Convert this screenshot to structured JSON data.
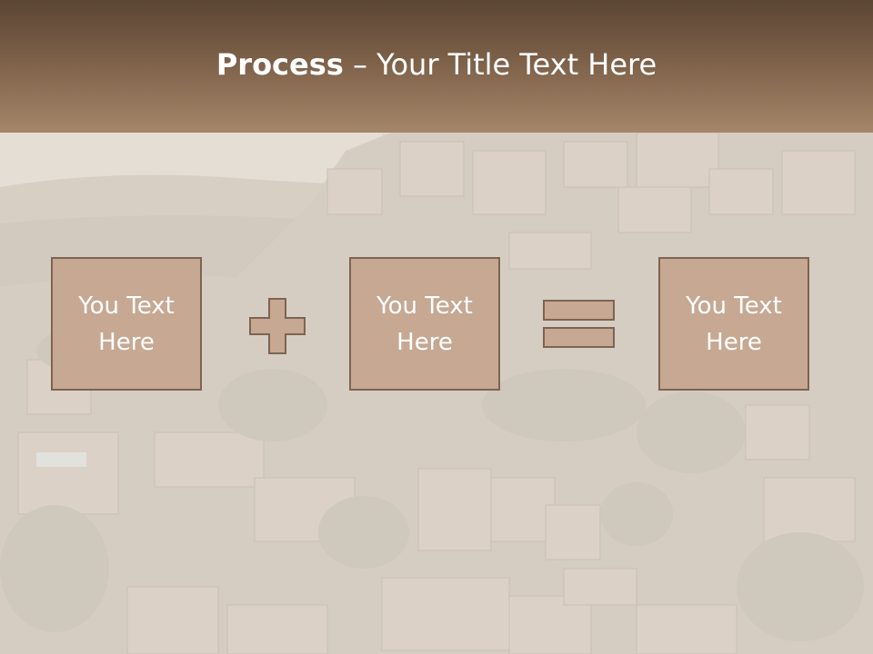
{
  "slide": {
    "title_bold": "Process",
    "title_rest": " – Your Title Text Here"
  },
  "boxes": [
    {
      "text": "You Text Here"
    },
    {
      "text": "You Text Here"
    },
    {
      "text": "You Text Here"
    }
  ],
  "operators": [
    "plus-icon",
    "equals-icon"
  ],
  "colors": {
    "header_top": "#5b4534",
    "header_bottom": "#a5866a",
    "box_fill": "#c6a893",
    "box_border": "#7d6452",
    "operator_fill": "#c6a893"
  }
}
